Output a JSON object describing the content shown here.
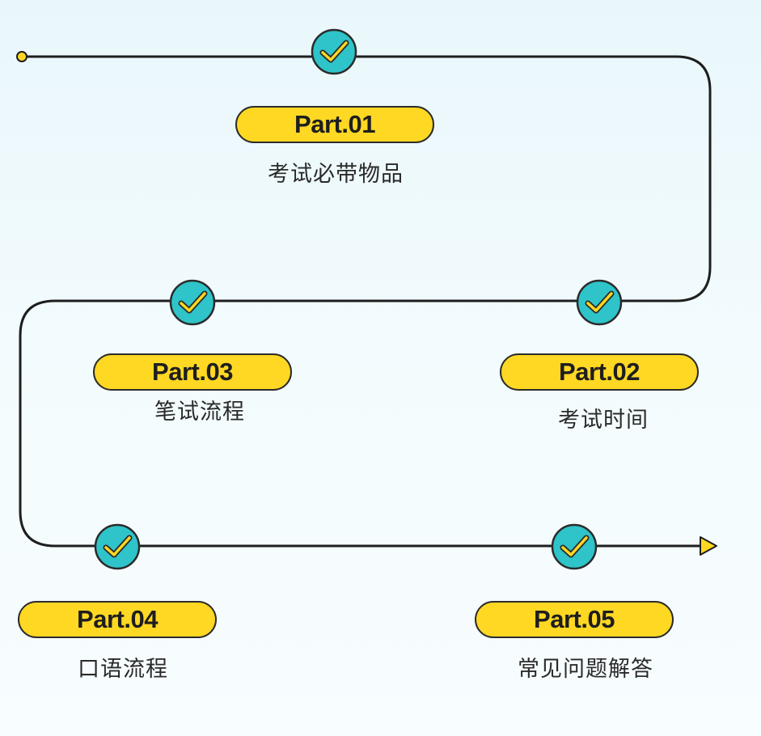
{
  "steps": [
    {
      "id": "part-01",
      "label": "Part.01",
      "caption": "考试必带物品"
    },
    {
      "id": "part-02",
      "label": "Part.02",
      "caption": "考试时间"
    },
    {
      "id": "part-03",
      "label": "Part.03",
      "caption": "笔试流程"
    },
    {
      "id": "part-04",
      "label": "Part.04",
      "caption": "口语流程"
    },
    {
      "id": "part-05",
      "label": "Part.05",
      "caption": "常见问题解答"
    }
  ],
  "colors": {
    "track": "#1e1e1e",
    "pill_fill": "#ffd823",
    "check_circle": "#2ec4c9",
    "check_mark": "#ffd823",
    "text": "#2a2a2a"
  },
  "icons": {
    "node": "check-circle-icon",
    "start": "start-dot-icon",
    "end": "arrow-right-icon"
  }
}
